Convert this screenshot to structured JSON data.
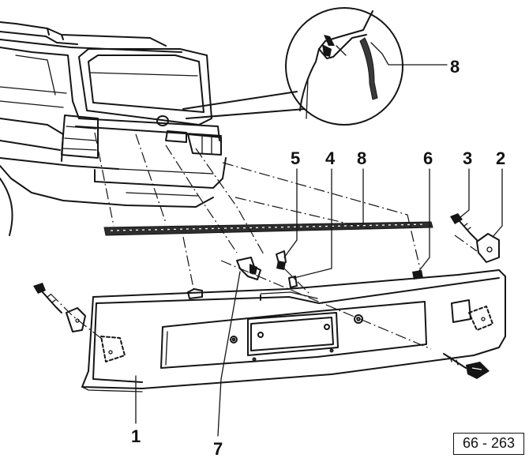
{
  "figure": {
    "labels": {
      "l1": "1",
      "l2": "2",
      "l3": "3",
      "l4": "4",
      "l5": "5",
      "l6": "6",
      "l7": "7",
      "l8_strip": "8",
      "l8_detail": "8"
    },
    "reference": "66 - 263",
    "colors": {
      "ink": "#151515",
      "background": "#ffffff",
      "sealant": "#3a3a3a"
    }
  }
}
